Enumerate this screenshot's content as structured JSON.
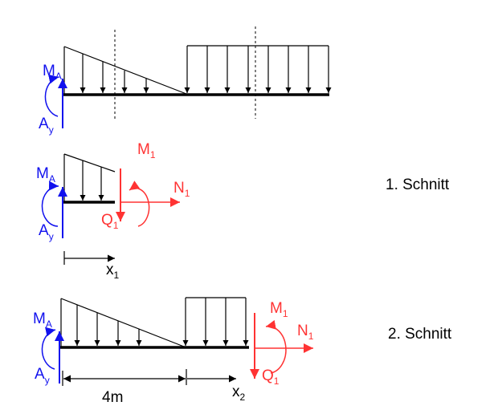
{
  "colors": {
    "black": "#000000",
    "blue": "#1111ee",
    "red": "#ff3333"
  },
  "diagram_full": {
    "moment": {
      "main": "M",
      "sub": "A"
    },
    "reaction": {
      "main": "A",
      "sub": "y"
    }
  },
  "section_1": {
    "caption": "1. Schnitt",
    "moment": {
      "main": "M",
      "sub": "A"
    },
    "reaction": {
      "main": "A",
      "sub": "y"
    },
    "cut_moment": {
      "main": "M",
      "sub": "1"
    },
    "normal": {
      "main": "N",
      "sub": "1"
    },
    "shear": {
      "main": "Q",
      "sub": "1"
    },
    "coord": {
      "main": "x",
      "sub": "1"
    }
  },
  "section_2": {
    "caption": "2. Schnitt",
    "moment": {
      "main": "M",
      "sub": "A"
    },
    "reaction": {
      "main": "A",
      "sub": "y"
    },
    "cut_moment": {
      "main": "M",
      "sub": "1"
    },
    "normal": {
      "main": "N",
      "sub": "1"
    },
    "shear": {
      "main": "Q",
      "sub": "1"
    },
    "dimension": "4m",
    "coord": {
      "main": "x",
      "sub": "2"
    }
  }
}
